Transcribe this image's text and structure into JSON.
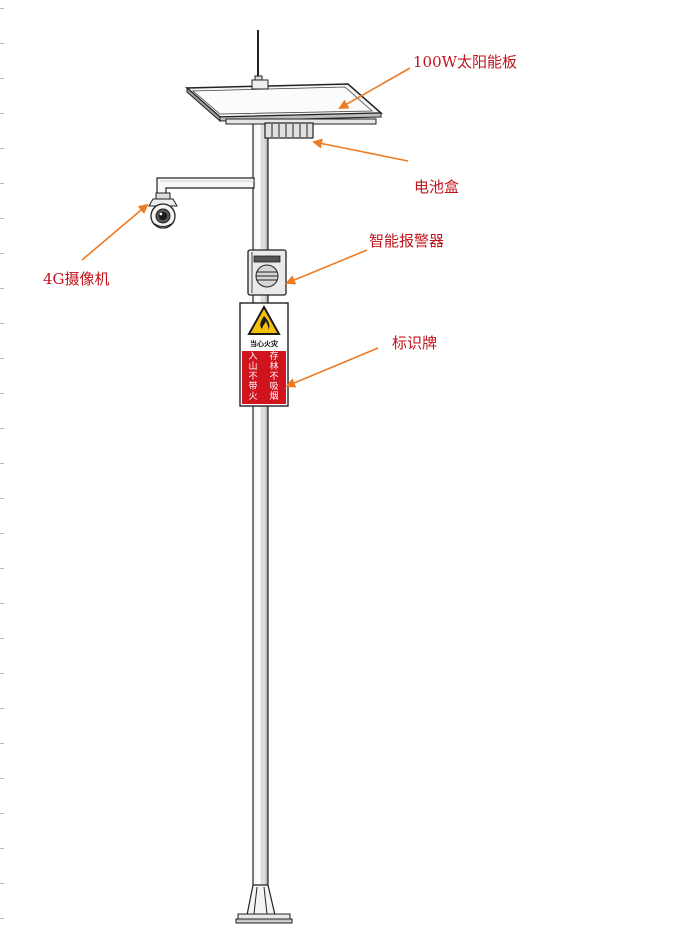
{
  "colors": {
    "label": "#c0141b",
    "arrow": "#ee7a22",
    "pole": "#ffffff",
    "outline": "#222222",
    "sign_red": "#d0141e",
    "warn_yellow": "#f4c20d"
  },
  "labels": {
    "solar_panel": "100W太阳能板",
    "battery_box": "电池盒",
    "camera": "4G摄像机",
    "alarm": "智能报警器",
    "sign": "标识牌"
  },
  "sign": {
    "header": "当心火灾",
    "left_column": [
      "入",
      "山",
      "不",
      "带",
      "火"
    ],
    "right_column": [
      "存",
      "林",
      "不",
      "吸",
      "烟"
    ]
  }
}
